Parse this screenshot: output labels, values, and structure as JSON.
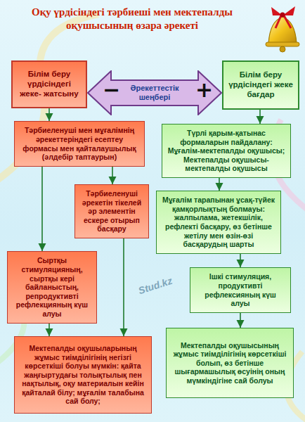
{
  "diagram": {
    "title": "Оқу үрдісіндегі тәрбиеші мен мектепалды оқушысының өзара әрекеті",
    "nodes": [
      {
        "text": [
          "Білім беру үрдісіндегі жеке- жатсыну"
        ]
      },
      {
        "text": [
          "Әрекеттестік шеңбері"
        ]
      },
      {
        "text": [
          "Білім беру үрдісіндегі жеке бағдар"
        ]
      },
      {
        "text": [
          "Тәрбиеленуші мен мұғалімнің әрекеттеріндегі есептеу формасы мен қайталаушылық (әлдебір таптаурын)"
        ]
      },
      {
        "text": [
          "Тәрбиеленуші әрекетін тікелей әр элементін ескере отырып басқару"
        ]
      },
      {
        "text": [
          "Сыртқы стимуляцияның, сыртқы кері байланыстың, репродуктивті рефлекцияның күш алуы"
        ]
      },
      {
        "text": [
          "Мектепалды оқушыларының жұмыс тиімділігінің негізгі көрсеткіші болуы мүмкін: қайта жаңғыртудағы толықтылық пен нақтылық, оқу материалын кейін қайталай білу; мұғалім талабына сай болу;"
        ]
      },
      {
        "text": [
          "Түрлі қарым-қатынас формаларын пайдалану: Мұғалім-мектепалды оқушысы; Мектепалды оқушысы- мектепалды оқушысы"
        ]
      },
      {
        "text": [
          "Мұғалім тарапынан ұсақ-түйек қамқорлықтың болмауы: жалпылама, жетекшілік, рефлекті басқару, өз бетінше жетілу мен өзін-өзі басқарудың шарты"
        ]
      },
      {
        "text": [
          "Ішкі стимуляция, продуктивті рефлексияның күш алуы"
        ]
      },
      {
        "text": [
          "Мектепалды оқушысының жұмыс тиімділігінің көрсеткіші болып, өз бетінше шығармашылық өсуінің оның мүмкіндігіне сай болуы"
        ]
      }
    ],
    "edges": [
      {
        "from": 0,
        "to": 3,
        "arrow": "to"
      },
      {
        "from": 3,
        "to": 4,
        "arrow": "to"
      },
      {
        "from": 3,
        "to": 5,
        "arrow": "to"
      },
      {
        "from": 4,
        "to": 6,
        "arrow": "to"
      },
      {
        "from": 5,
        "to": 6,
        "arrow": "to"
      },
      {
        "from": 2,
        "to": 7,
        "arrow": "to"
      },
      {
        "from": 7,
        "to": 8,
        "arrow": "to"
      },
      {
        "from": 8,
        "to": 9,
        "arrow": "to"
      },
      {
        "from": 9,
        "to": 10,
        "arrow": "to"
      }
    ],
    "labels": [
      "−",
      "+",
      "Stud.kz"
    ]
  }
}
